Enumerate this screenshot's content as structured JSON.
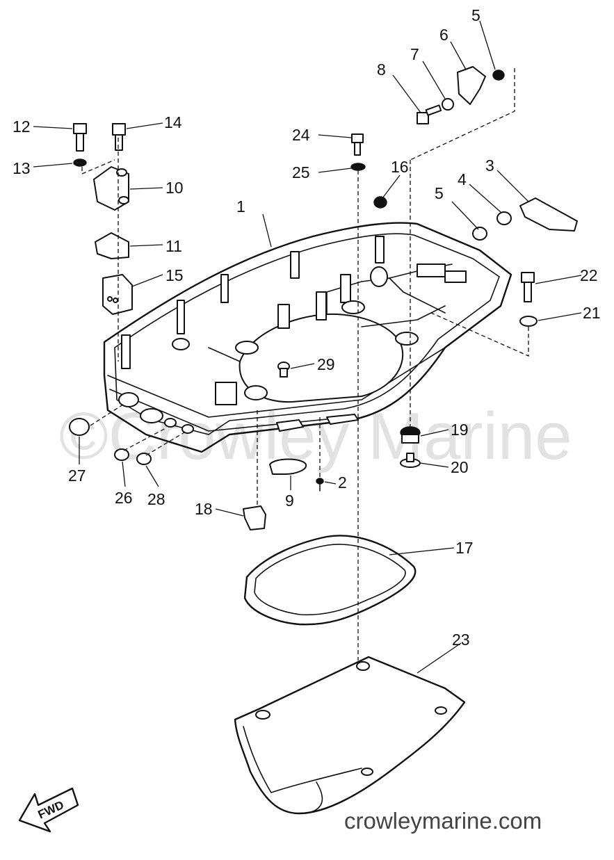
{
  "watermark": "©Crowley Marine",
  "footer_url": "crowleymarine.com",
  "fwd_label": "FWD",
  "callouts": [
    "1",
    "2",
    "3",
    "4",
    "5",
    "5",
    "6",
    "7",
    "8",
    "9",
    "10",
    "11",
    "12",
    "13",
    "14",
    "15",
    "16",
    "17",
    "18",
    "19",
    "20",
    "21",
    "22",
    "23",
    "24",
    "25",
    "26",
    "27",
    "28",
    "29"
  ],
  "colors": {
    "ink": "#111111",
    "watermark": "#e2e2e2",
    "footer": "#444444",
    "background": "#ffffff"
  }
}
